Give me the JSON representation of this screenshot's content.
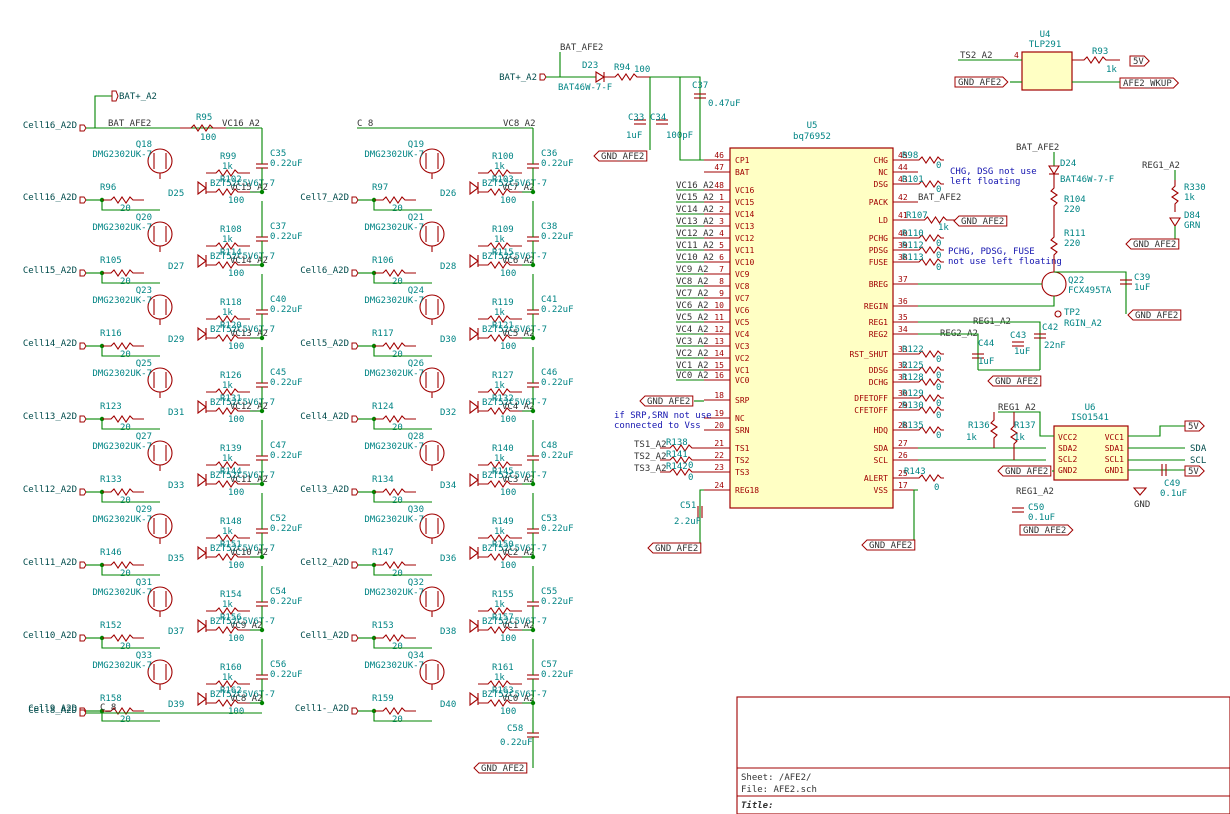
{
  "colors": {
    "wire": "#008400",
    "part": "#a00000",
    "ref": "#008484",
    "body": "#ffffc4",
    "note": "#1515b0"
  },
  "left_cells": {
    "col1": [
      {
        "input": "Cell16_A2D",
        "q": "Q18",
        "rg": "R96",
        "rg_val": "20",
        "rt": "R99",
        "rt_val": "1k",
        "rb": "R102",
        "rb_val": "100",
        "d": "D25",
        "vc": "VC15_A2",
        "cap": "C35",
        "cap_val": "0.22uF"
      },
      {
        "input": "Cell15_A2D",
        "q": "Q20",
        "rg": "R105",
        "rg_val": "20",
        "rt": "R108",
        "rt_val": "1k",
        "rb": "R114",
        "rb_val": "100",
        "d": "D27",
        "vc": "VC14_A2",
        "cap": "C37",
        "cap_val": "0.22uF"
      },
      {
        "input": "Cell14_A2D",
        "q": "Q23",
        "rg": "R116",
        "rg_val": "20",
        "rt": "R118",
        "rt_val": "1k",
        "rb": "R120",
        "rb_val": "100",
        "d": "D29",
        "vc": "VC13_A2",
        "cap": "C40",
        "cap_val": "0.22uF"
      },
      {
        "input": "Cell13_A2D",
        "q": "Q25",
        "rg": "R123",
        "rg_val": "20",
        "rt": "R126",
        "rt_val": "1k",
        "rb": "R131",
        "rb_val": "100",
        "d": "D31",
        "vc": "VC12_A2",
        "cap": "C45",
        "cap_val": "0.22uF"
      },
      {
        "input": "Cell12_A2D",
        "q": "Q27",
        "rg": "R133",
        "rg_val": "20",
        "rt": "R139",
        "rt_val": "1k",
        "rb": "R144",
        "rb_val": "100",
        "d": "D33",
        "vc": "VC11_A2",
        "cap": "C47",
        "cap_val": "0.22uF"
      },
      {
        "input": "Cell11_A2D",
        "q": "Q29",
        "rg": "R146",
        "rg_val": "20",
        "rt": "R148",
        "rt_val": "1k",
        "rb": "R151",
        "rb_val": "100",
        "d": "D35",
        "vc": "VC10_A2",
        "cap": "C52",
        "cap_val": "0.22uF"
      },
      {
        "input": "Cell10_A2D",
        "q": "Q31",
        "rg": "R152",
        "rg_val": "20",
        "rt": "R154",
        "rt_val": "1k",
        "rb": "R156",
        "rb_val": "100",
        "d": "D37",
        "vc": "VC9_A2",
        "cap": "C54",
        "cap_val": "0.22uF"
      },
      {
        "input": "Cell9_A2D",
        "q": "Q33",
        "rg": "R158",
        "rg_val": "20",
        "rt": "R160",
        "rt_val": "1k",
        "rb": "R162",
        "rb_val": "100",
        "d": "D39",
        "vc": "VC8_A2",
        "cap": "C56",
        "cap_val": "0.22uF"
      }
    ],
    "col1_top": {
      "vc": "VC16_A2",
      "r": "R95",
      "r_val": "100",
      "bat": "BAT_AFE2",
      "batp": "BAT+_A2",
      "bottom_input": "Cell8_A2D",
      "bottom_net": "C_8"
    },
    "col2": [
      {
        "input": "Cell7_A2D",
        "q": "Q19",
        "rg": "R97",
        "rg_val": "20",
        "rt": "R100",
        "rt_val": "1k",
        "rb": "R103",
        "rb_val": "100",
        "d": "D26",
        "vc": "VC7_A2",
        "cap": "C36",
        "cap_val": "0.22uF"
      },
      {
        "input": "Cell6_A2D",
        "q": "Q21",
        "rg": "R106",
        "rg_val": "20",
        "rt": "R109",
        "rt_val": "1k",
        "rb": "R115",
        "rb_val": "100",
        "d": "D28",
        "vc": "VC6_A2",
        "cap": "C38",
        "cap_val": "0.22uF"
      },
      {
        "input": "Cell5_A2D",
        "q": "Q24",
        "rg": "R117",
        "rg_val": "20",
        "rt": "R119",
        "rt_val": "1k",
        "rb": "R121",
        "rb_val": "100",
        "d": "D30",
        "vc": "VC5_A2",
        "cap": "C41",
        "cap_val": "0.22uF"
      },
      {
        "input": "Cell4_A2D",
        "q": "Q26",
        "rg": "R124",
        "rg_val": "20",
        "rt": "R127",
        "rt_val": "1k",
        "rb": "R132",
        "rb_val": "100",
        "d": "D32",
        "vc": "VC4_A2",
        "cap": "C46",
        "cap_val": "0.22uF"
      },
      {
        "input": "Cell3_A2D",
        "q": "Q28",
        "rg": "R134",
        "rg_val": "20",
        "rt": "R140",
        "rt_val": "1k",
        "rb": "R145",
        "rb_val": "100",
        "d": "D34",
        "vc": "VC3_A2",
        "cap": "C48",
        "cap_val": "0.22uF"
      },
      {
        "input": "Cell2_A2D",
        "q": "Q30",
        "rg": "R147",
        "rg_val": "20",
        "rt": "R149",
        "rt_val": "1k",
        "rb": "R150",
        "rb_val": "100",
        "d": "D36",
        "vc": "VC2_A2",
        "cap": "C53",
        "cap_val": "0.22uF"
      },
      {
        "input": "Cell1_A2D",
        "q": "Q32",
        "rg": "R153",
        "rg_val": "20",
        "rt": "R155",
        "rt_val": "1k",
        "rb": "R157",
        "rb_val": "100",
        "d": "D38",
        "vc": "VC1_A2",
        "cap": "C55",
        "cap_val": "0.22uF"
      },
      {
        "input": "Cell1-_A2D",
        "q": "Q34",
        "rg": "R159",
        "rg_val": "20",
        "rt": "R161",
        "rt_val": "1k",
        "rb": "R163",
        "rb_val": "100",
        "d": "D40",
        "vc": "VC0_A2",
        "cap": "C57",
        "cap_val": "0.22uF"
      }
    ],
    "col2_top": {
      "vc": "VC8_A2",
      "net": "C_8",
      "c58": "C58",
      "c58_val": "0.22uF",
      "gnd": "GND_AFE2"
    },
    "fet_value": "DMG2302UK-7",
    "zener_value": "BZT52C5V6T-7"
  },
  "afe": {
    "ref": "U5",
    "value": "bq76952",
    "left_pins": [
      {
        "n": "46",
        "name": "CP1"
      },
      {
        "n": "47",
        "name": "BAT"
      },
      {
        "n": "48",
        "name": "VC16"
      },
      {
        "n": "1",
        "name": "VC15"
      },
      {
        "n": "2",
        "name": "VC14"
      },
      {
        "n": "3",
        "name": "VC13"
      },
      {
        "n": "4",
        "name": "VC12"
      },
      {
        "n": "5",
        "name": "VC11"
      },
      {
        "n": "6",
        "name": "VC10"
      },
      {
        "n": "7",
        "name": "VC9"
      },
      {
        "n": "8",
        "name": "VC8"
      },
      {
        "n": "9",
        "name": "VC7"
      },
      {
        "n": "10",
        "name": "VC6"
      },
      {
        "n": "11",
        "name": "VC5"
      },
      {
        "n": "12",
        "name": "VC4"
      },
      {
        "n": "13",
        "name": "VC3"
      },
      {
        "n": "14",
        "name": "VC2"
      },
      {
        "n": "15",
        "name": "VC1"
      },
      {
        "n": "16",
        "name": "VC0"
      },
      {
        "n": "18",
        "name": "SRP"
      },
      {
        "n": "19",
        "name": "NC"
      },
      {
        "n": "20",
        "name": "SRN"
      },
      {
        "n": "21",
        "name": "TS1"
      },
      {
        "n": "22",
        "name": "TS2"
      },
      {
        "n": "23",
        "name": "TS3"
      },
      {
        "n": "24",
        "name": "REG18"
      }
    ],
    "left_nets": [
      "VC16_A2",
      "VC15_A2",
      "VC14_A2",
      "VC13_A2",
      "VC12_A2",
      "VC11_A2",
      "VC10_A2",
      "VC9_A2",
      "VC8_A2",
      "VC7_A2",
      "VC6_A2",
      "VC5_A2",
      "VC4_A2",
      "VC3_A2",
      "VC2_A2",
      "VC1_A2",
      "VC0_A2"
    ],
    "right_pins": [
      {
        "n": "45",
        "name": "CHG"
      },
      {
        "n": "44",
        "name": "NC"
      },
      {
        "n": "43",
        "name": "DSG"
      },
      {
        "n": "42",
        "name": "PACK"
      },
      {
        "n": "41",
        "name": "LD"
      },
      {
        "n": "40",
        "name": "PCHG"
      },
      {
        "n": "39",
        "name": "PDSG"
      },
      {
        "n": "38",
        "name": "FUSE"
      },
      {
        "n": "37",
        "name": "BREG"
      },
      {
        "n": "36",
        "name": "REGIN"
      },
      {
        "n": "35",
        "name": "REG1"
      },
      {
        "n": "34",
        "name": "REG2"
      },
      {
        "n": "33",
        "name": "RST_SHUT"
      },
      {
        "n": "32",
        "name": "DDSG"
      },
      {
        "n": "31",
        "name": "DCHG"
      },
      {
        "n": "30",
        "name": "DFETOFF"
      },
      {
        "n": "29",
        "name": "CFETOFF"
      },
      {
        "n": "28",
        "name": "HDQ"
      },
      {
        "n": "27",
        "name": "SDA"
      },
      {
        "n": "26",
        "name": "SCL"
      },
      {
        "n": "25",
        "name": "ALERT"
      },
      {
        "n": "17",
        "name": "VSS"
      }
    ]
  },
  "top_left": {
    "bat": "BAT_AFE2",
    "batp": "BAT+_A2",
    "d23": "D23",
    "d23_val": "BAT46W-7-F",
    "r94": "R94",
    "r94_val": "100",
    "c37": "C37",
    "c37_val": "0.47uF",
    "c33": "C33",
    "c33_val": "1uF",
    "c34": "C34",
    "c34_val": "100pF",
    "gnd": "GND_AFE2"
  },
  "misc_left": {
    "gnd_srp": "GND_AFE2",
    "srp_note": [
      "if SRP,SRN not use",
      "connected to Vss"
    ],
    "ts": [
      {
        "net": "TS1_A2",
        "r": "R138"
      },
      {
        "net": "TS2_A2",
        "r": "R141",
        "v": "0"
      },
      {
        "net": "TS3_A2",
        "r": "R142",
        "v": "0"
      }
    ],
    "c51": "C51",
    "c51_val": "2.2uF",
    "gnd_c51": "GND_AFE2"
  },
  "right_side": {
    "r98": "R98",
    "r98_val": "0",
    "r101": "R101",
    "r101_val": "0",
    "bat_pack": "BAT_AFE2",
    "chg_note": [
      "CHG, DSG not use",
      "left floating"
    ],
    "r107": "R107",
    "r107_val": "1k",
    "gnd_ld": "GND_AFE2",
    "r110": "R110",
    "r112": "R112",
    "r113": "R113",
    "zero": "0",
    "pchg_note": [
      "PCHG, PDSG, FUSE",
      "not use left floating"
    ],
    "bat2": "BAT_AFE2",
    "d24": "D24",
    "d24_val": "BAT46W-7-F",
    "r104": "R104",
    "r104_val": "220",
    "r111": "R111",
    "r111_val": "220",
    "q22": "Q22",
    "q22_val": "FCX495TA",
    "c39": "C39",
    "c39_val": "1uF",
    "gnd_c39": "GND_AFE2",
    "tp2": "TP2",
    "tp2_val": "RGIN_A2",
    "reg1": "REG1_A2",
    "reg2": "REG2_A2",
    "c42": "C42",
    "c42_val": "22nF",
    "c43": "C43",
    "c43_val": "1uF",
    "c44": "C44",
    "c44_val": "1uF",
    "gnd_c44": "GND_AFE2",
    "r122": "R122",
    "r125": "R125",
    "r128": "R128",
    "r129": "R129",
    "r130": "R130",
    "r135": "R135",
    "r143": "R143",
    "gnd_vss": "GND_AFE2",
    "reg1_led": "REG1_A2",
    "r330": "R330",
    "r330_val": "1k",
    "d84": "D84",
    "d84_val": "GRN",
    "gnd_led": "GND_AFE2"
  },
  "opto": {
    "ref": "U4",
    "value": "TLP291",
    "ts2": "TS2_A2",
    "r93": "R93",
    "r93_val": "1k",
    "v5": "5V",
    "gnd": "GND_AFE2",
    "wkup": "AFE2_WKUP"
  },
  "iso": {
    "ref": "U6",
    "value": "ISO1541",
    "reg1": "REG1_A2",
    "r136": "R136",
    "r136_val": "1k",
    "r137": "R137",
    "r137_val": "1k",
    "left": [
      "VCC2",
      "SDA2",
      "SCL2",
      "GND2"
    ],
    "right": [
      "VCC1",
      "SDA1",
      "SCL1",
      "GND1"
    ],
    "v5": "5V",
    "sda": "SDA",
    "scl": "SCL",
    "gnd": "GND",
    "gnd2": "GND_AFE2",
    "c49": "C49",
    "c49_val": "0.1uF",
    "reg1b": "REG1_A2",
    "c50": "C50",
    "c50_val": "0.1uF",
    "gnd_c50": "GND_AFE2"
  },
  "title_block": {
    "sheet": "Sheet: /AFE2/",
    "file": "File: AFE2.sch",
    "title": "Title:"
  }
}
